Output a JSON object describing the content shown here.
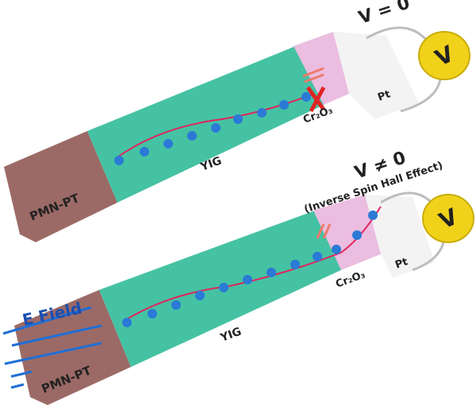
{
  "top_device": {
    "voltage_label": "V = 0",
    "meter_label": "V",
    "layers": {
      "substrate": "PMN-PT",
      "magnet": "YIG",
      "barrier": "Cr₂O₃",
      "metal": "Pt"
    },
    "blocked_icon": "x-cross-icon"
  },
  "bottom_device": {
    "voltage_label": "V ≠ 0",
    "effect_label": "(Inverse Spin Hall Effect)",
    "meter_label": "V",
    "layers": {
      "substrate": "PMN-PT",
      "magnet": "YIG",
      "barrier": "Cr₂O₃",
      "metal": "Pt"
    },
    "field_label": "E Field"
  },
  "colors": {
    "pmn_pt": "#9c6a66",
    "yig": "#3fbfa0",
    "cr2o3": "#e9b9dc",
    "pt": "#f2f2f2",
    "spin": "#2a7ad6",
    "arrow": "#e0245e",
    "meter": "#f1d21a",
    "efield": "#1f5fcf"
  }
}
